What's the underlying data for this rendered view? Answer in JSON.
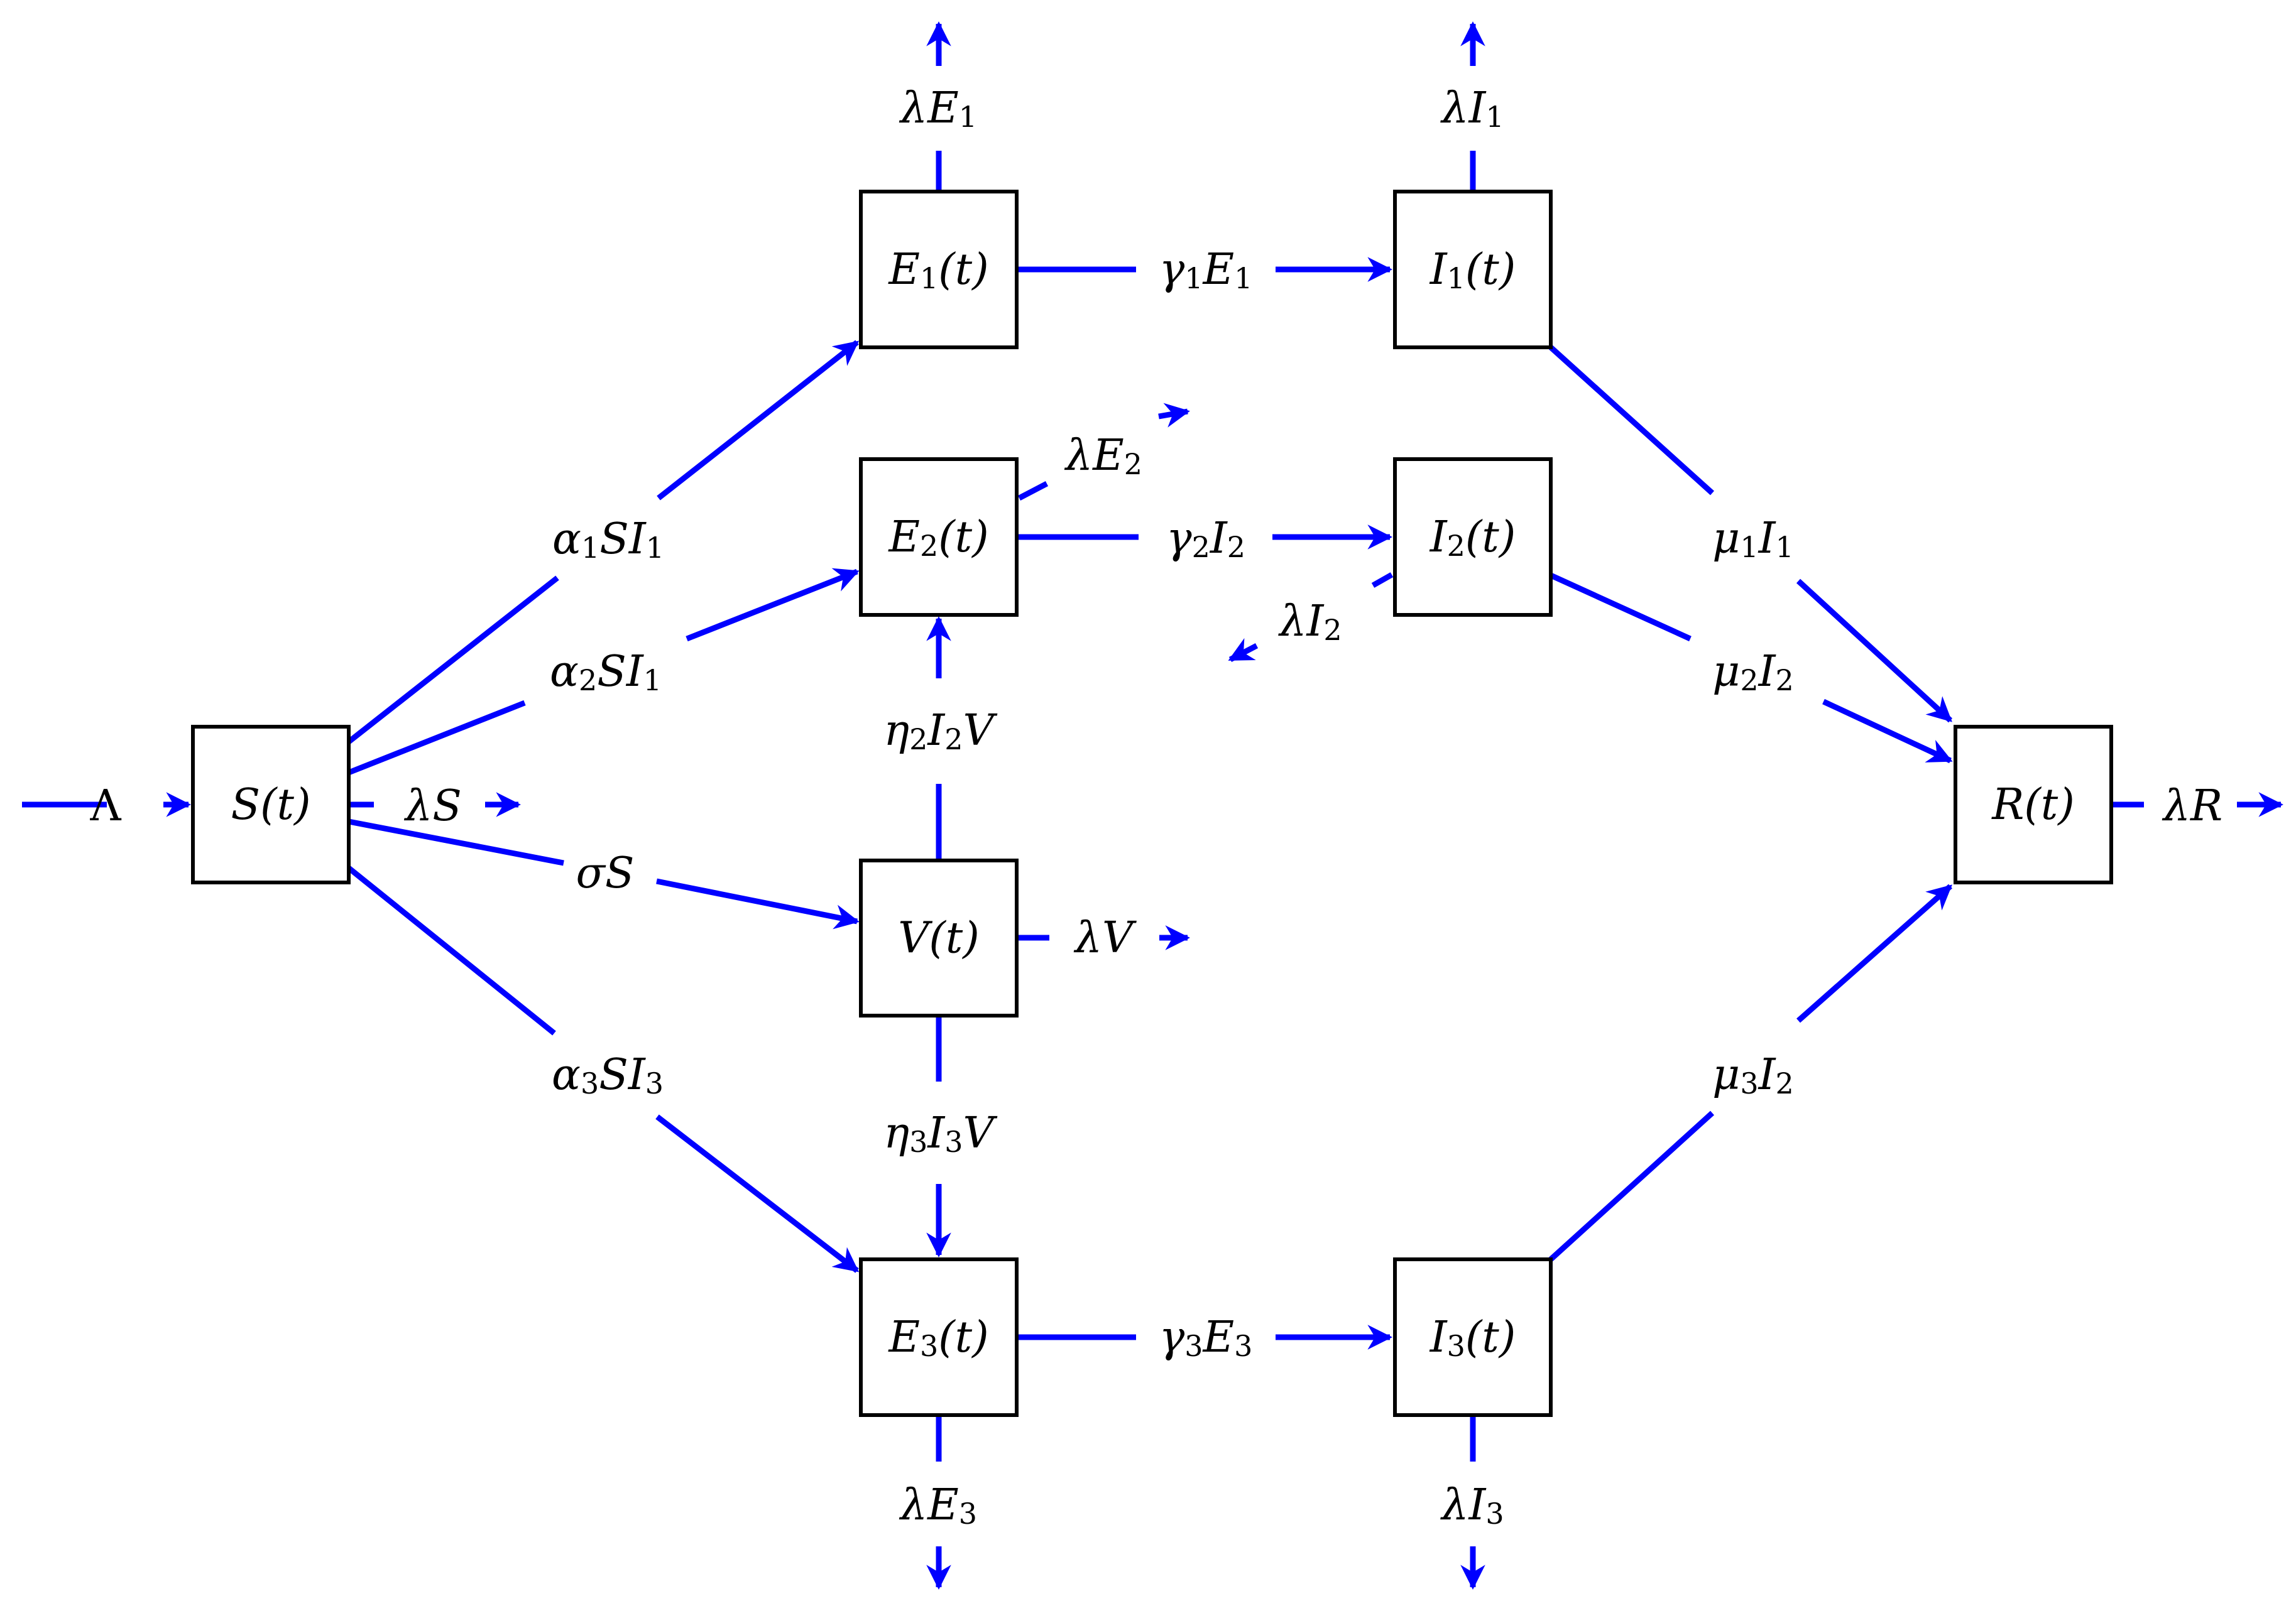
{
  "colors": {
    "flow": "#0000ff",
    "box_stroke": "#000000",
    "box_fill": "#ffffff",
    "text": "#000000"
  },
  "nodes": {
    "S": {
      "label": "S(t)",
      "main": "S",
      "sub": "",
      "arg": "(t)"
    },
    "E1": {
      "label": "E1(t)",
      "main": "E",
      "sub": "1",
      "arg": "(t)"
    },
    "E2": {
      "label": "E2(t)",
      "main": "E",
      "sub": "2",
      "arg": "(t)"
    },
    "E3": {
      "label": "E3(t)",
      "main": "E",
      "sub": "3",
      "arg": "(t)"
    },
    "V": {
      "label": "V(t)",
      "main": "V",
      "sub": "",
      "arg": "(t)"
    },
    "I1": {
      "label": "I1(t)",
      "main": "I",
      "sub": "1",
      "arg": "(t)"
    },
    "I2": {
      "label": "I2(t)",
      "main": "I",
      "sub": "2",
      "arg": "(t)"
    },
    "I3": {
      "label": "I3(t)",
      "main": "I",
      "sub": "3",
      "arg": "(t)"
    },
    "R": {
      "label": "R(t)",
      "main": "R",
      "sub": "",
      "arg": "(t)"
    }
  },
  "flows": {
    "Lambda": {
      "from": "",
      "to": "S",
      "dashed": true,
      "parts": [
        [
          "Λ",
          "up"
        ]
      ]
    },
    "lambdaS": {
      "from": "S",
      "to": "",
      "dashed": true,
      "parts": [
        [
          "λS",
          ""
        ]
      ]
    },
    "alpha1SI1": {
      "from": "S",
      "to": "E1",
      "dashed": false,
      "parts": [
        [
          "α",
          ""
        ],
        [
          "1",
          "sub"
        ],
        [
          "SI",
          ""
        ],
        [
          "1",
          "sub"
        ]
      ]
    },
    "alpha2SI1": {
      "from": "S",
      "to": "E2",
      "dashed": false,
      "parts": [
        [
          "α",
          ""
        ],
        [
          "2",
          "sub"
        ],
        [
          "SI",
          ""
        ],
        [
          "1",
          "sub"
        ]
      ]
    },
    "sigmaS": {
      "from": "S",
      "to": "V",
      "dashed": false,
      "parts": [
        [
          "σS",
          ""
        ]
      ]
    },
    "alpha3SI3": {
      "from": "S",
      "to": "E3",
      "dashed": false,
      "parts": [
        [
          "α",
          ""
        ],
        [
          "3",
          "sub"
        ],
        [
          "SI",
          ""
        ],
        [
          "3",
          "sub"
        ]
      ]
    },
    "eta2I2V": {
      "from": "V",
      "to": "E2",
      "dashed": false,
      "parts": [
        [
          "η",
          ""
        ],
        [
          "2",
          "sub"
        ],
        [
          "I",
          ""
        ],
        [
          "2",
          "sub"
        ],
        [
          "V",
          ""
        ]
      ]
    },
    "eta3I3V": {
      "from": "V",
      "to": "E3",
      "dashed": false,
      "parts": [
        [
          "η",
          ""
        ],
        [
          "3",
          "sub"
        ],
        [
          "I",
          ""
        ],
        [
          "3",
          "sub"
        ],
        [
          "V",
          ""
        ]
      ]
    },
    "lambdaV": {
      "from": "V",
      "to": "",
      "dashed": true,
      "parts": [
        [
          "λV",
          ""
        ]
      ]
    },
    "gamma1E1": {
      "from": "E1",
      "to": "I1",
      "dashed": false,
      "parts": [
        [
          "γ",
          ""
        ],
        [
          "1",
          "sub"
        ],
        [
          "E",
          ""
        ],
        [
          "1",
          "sub"
        ]
      ]
    },
    "gamma2I2": {
      "from": "E2",
      "to": "I2",
      "dashed": false,
      "parts": [
        [
          "γ",
          ""
        ],
        [
          "2",
          "sub"
        ],
        [
          "I",
          ""
        ],
        [
          "2",
          "sub"
        ]
      ]
    },
    "gamma3E3": {
      "from": "E3",
      "to": "I3",
      "dashed": false,
      "parts": [
        [
          "γ",
          ""
        ],
        [
          "3",
          "sub"
        ],
        [
          "E",
          ""
        ],
        [
          "3",
          "sub"
        ]
      ]
    },
    "lambdaE1": {
      "from": "E1",
      "to": "",
      "dashed": true,
      "parts": [
        [
          "λE",
          ""
        ],
        [
          "1",
          "sub"
        ]
      ]
    },
    "lambdaE2": {
      "from": "E2",
      "to": "",
      "dashed": true,
      "parts": [
        [
          "λE",
          ""
        ],
        [
          "2",
          "sub"
        ]
      ]
    },
    "lambdaE3": {
      "from": "E3",
      "to": "",
      "dashed": true,
      "parts": [
        [
          "λE",
          ""
        ],
        [
          "3",
          "sub"
        ]
      ]
    },
    "lambdaI1": {
      "from": "I1",
      "to": "",
      "dashed": true,
      "parts": [
        [
          "λI",
          ""
        ],
        [
          "1",
          "sub"
        ]
      ]
    },
    "lambdaI2": {
      "from": "I2",
      "to": "",
      "dashed": true,
      "parts": [
        [
          "λI",
          ""
        ],
        [
          "2",
          "sub"
        ]
      ]
    },
    "lambdaI3": {
      "from": "I3",
      "to": "",
      "dashed": true,
      "parts": [
        [
          "λI",
          ""
        ],
        [
          "3",
          "sub"
        ]
      ]
    },
    "mu1I1": {
      "from": "I1",
      "to": "R",
      "dashed": false,
      "parts": [
        [
          "μ",
          ""
        ],
        [
          "1",
          "sub"
        ],
        [
          "I",
          ""
        ],
        [
          "1",
          "sub"
        ]
      ]
    },
    "mu2I2": {
      "from": "I2",
      "to": "R",
      "dashed": false,
      "parts": [
        [
          "μ",
          ""
        ],
        [
          "2",
          "sub"
        ],
        [
          "I",
          ""
        ],
        [
          "2",
          "sub"
        ]
      ]
    },
    "mu3I2": {
      "from": "I3",
      "to": "R",
      "dashed": false,
      "parts": [
        [
          "μ",
          ""
        ],
        [
          "3",
          "sub"
        ],
        [
          "I",
          ""
        ],
        [
          "2",
          "sub"
        ]
      ]
    },
    "lambdaR": {
      "from": "R",
      "to": "",
      "dashed": true,
      "parts": [
        [
          "λR",
          ""
        ]
      ]
    }
  }
}
